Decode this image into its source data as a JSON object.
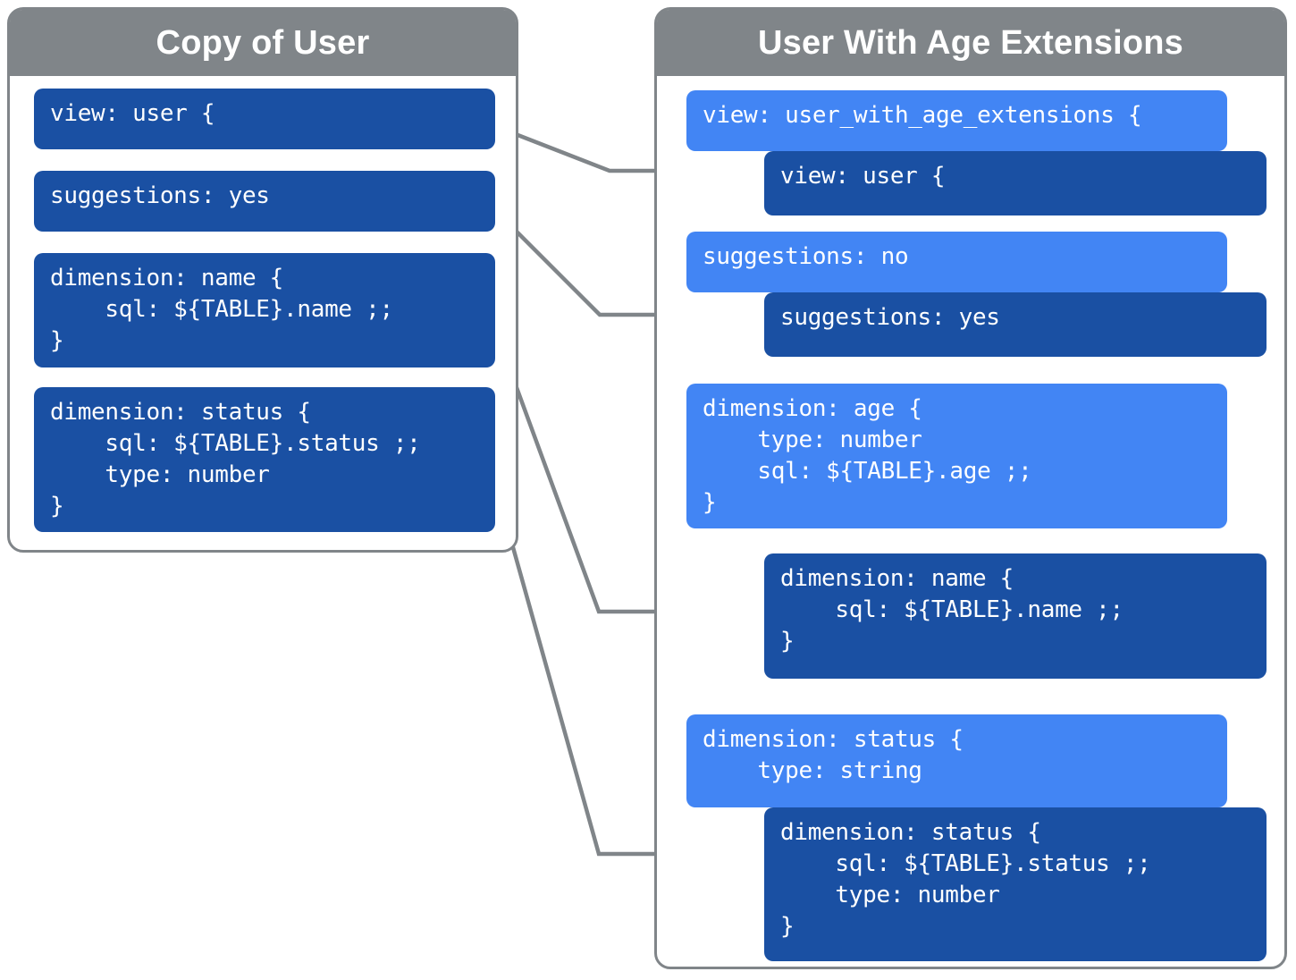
{
  "diagram": {
    "title_left": "Copy of User",
    "title_right": "User With Age Extensions",
    "colors": {
      "header_gray": "#808589",
      "code_dark_blue": "#1A50A3",
      "code_light_blue": "#4285F4",
      "connector_gray": "#808589",
      "background": "#FFFFFF",
      "text": "#FFFFFF"
    }
  },
  "left_panel": {
    "header": "Copy of User",
    "blocks": [
      {
        "id": "view",
        "style": "dark",
        "code": "view: user {"
      },
      {
        "id": "suggestions",
        "style": "dark",
        "code": "suggestions: yes"
      },
      {
        "id": "dimension-name",
        "style": "dark",
        "code": "dimension: name {\n    sql: ${TABLE}.name ;;\n}"
      },
      {
        "id": "dimension-status",
        "style": "dark",
        "code": "dimension: status {\n    sql: ${TABLE}.status ;;\n    type: number\n}"
      }
    ]
  },
  "right_panel": {
    "header": "User With Age Extensions",
    "blocks": [
      {
        "id": "view-extension",
        "style": "light",
        "code": "view: user_with_age_extensions {"
      },
      {
        "id": "view-inherited",
        "style": "dark",
        "code": "view: user {"
      },
      {
        "id": "suggestions-extension",
        "style": "light",
        "code": "suggestions: no"
      },
      {
        "id": "suggestions-inherited",
        "style": "dark",
        "code": "suggestions: yes"
      },
      {
        "id": "dimension-age",
        "style": "light",
        "code": "dimension: age {\n    type: number\n    sql: ${TABLE}.age ;;\n}"
      },
      {
        "id": "dimension-name-inherited",
        "style": "dark",
        "code": "dimension: name {\n    sql: ${TABLE}.name ;;\n}"
      },
      {
        "id": "dimension-status-extension",
        "style": "light",
        "code": "dimension: status {\n    type: string"
      },
      {
        "id": "dimension-status-inherited",
        "style": "dark",
        "code": "dimension: status {\n    sql: ${TABLE}.status ;;\n    type: number\n}"
      }
    ]
  },
  "connectors": [
    {
      "id": "view-to-view",
      "from": "left.view",
      "to": "right.view-inherited"
    },
    {
      "id": "suggestions-to-suggestions",
      "from": "left.suggestions",
      "to": "right.suggestions-inherited"
    },
    {
      "id": "name-to-name",
      "from": "left.dimension-name",
      "to": "right.dimension-name-inherited"
    },
    {
      "id": "status-to-status",
      "from": "left.dimension-status",
      "to": "right.dimension-status-inherited"
    }
  ]
}
